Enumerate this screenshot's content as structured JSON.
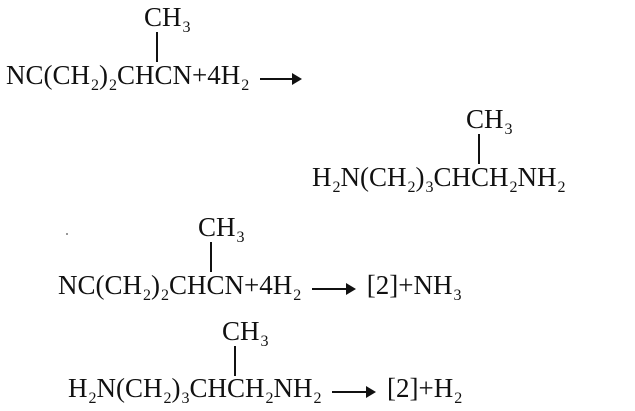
{
  "equations": [
    {
      "methyl": "CH",
      "methyl_sub": "3",
      "left_parts": [
        "NC(CH",
        "2",
        ")",
        "2",
        "CHCN+4H",
        "2"
      ],
      "right": ""
    },
    {
      "methyl": "CH",
      "methyl_sub": "3",
      "left_parts": [
        "H",
        "2",
        "N(CH",
        "2",
        ")",
        "3",
        "CHCH",
        "2",
        "NH",
        "2"
      ]
    },
    {
      "methyl": "CH",
      "methyl_sub": "3",
      "left_parts": [
        "NC(CH",
        "2",
        ")",
        "2",
        "CHCN+4H",
        "2"
      ],
      "right_parts": [
        "[2]+NH",
        "3"
      ]
    },
    {
      "methyl": "CH",
      "methyl_sub": "3",
      "left_parts": [
        "H",
        "2",
        "N(CH",
        "2",
        ")",
        "3",
        "CHCH",
        "2",
        "NH",
        "2"
      ],
      "right_parts": [
        "[2]+H",
        "2"
      ]
    }
  ]
}
